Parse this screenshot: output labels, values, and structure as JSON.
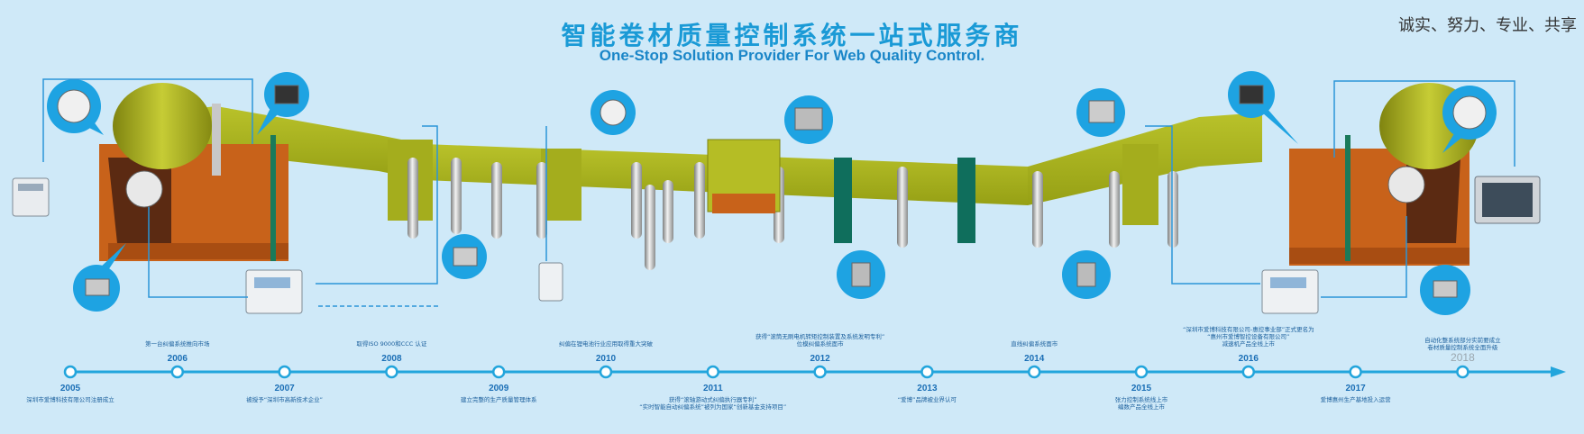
{
  "header": {
    "title_cn": "智能卷材质量控制系统一站式服务商",
    "title_en": "One-Stop Solution Provider For Web Quality Control.",
    "slogan": "诚实、努力、专业、共享"
  },
  "colors": {
    "web": "#a9b21a",
    "timeline": "#22a5dc",
    "machine_body": "#c8621a",
    "callout": "#1ea3e2"
  },
  "timeline": {
    "milestones": [
      {
        "year": "2005",
        "event": "深圳市爱博科技有限公司注册成立",
        "event2": ""
      },
      {
        "year": "2006",
        "event": "第一台纠偏系统推向市场",
        "event2": ""
      },
      {
        "year": "2007",
        "event": "被授予“深圳市高新技术企业”",
        "event2": ""
      },
      {
        "year": "2008",
        "event": "取得ISO 9000和CCC 认证",
        "event2": ""
      },
      {
        "year": "2009",
        "event": "建立完整的生产质量管理体系",
        "event2": ""
      },
      {
        "year": "2010",
        "event": "纠偏在锂电池行业应用取得重大突破",
        "event2": ""
      },
      {
        "year": "2011",
        "event": "获得“滚轴游动式纠偏执行器专利”",
        "event2": "“实时智能自动纠偏系统”被列为国家“创新基金支持项目”"
      },
      {
        "year": "2012",
        "event": "获得“滚筒无刷电机转矩控制装置及系统发明专利”",
        "event2": "位模纠偏系统面市"
      },
      {
        "year": "2013",
        "event": "“爱博”品牌被业界认可",
        "event2": ""
      },
      {
        "year": "2014",
        "event": "直线纠偏系统面市",
        "event2": ""
      },
      {
        "year": "2015",
        "event": "张力控制系统线上市",
        "event2": "编数产品全线上市"
      },
      {
        "year": "2016",
        "event": "“深圳市爱博科技有限公司-惠控事业部”正式更名为",
        "event2": "“惠州市爱博智控设备有限公司”",
        "event3": "减速机产品全线上市"
      },
      {
        "year": "2017",
        "event": "爱博惠州生产基地投入运营",
        "event2": ""
      },
      {
        "year": "2018",
        "event": "自动化整系统部分实前要成立",
        "event2": "卷材质量控制系统全面升级"
      }
    ]
  }
}
